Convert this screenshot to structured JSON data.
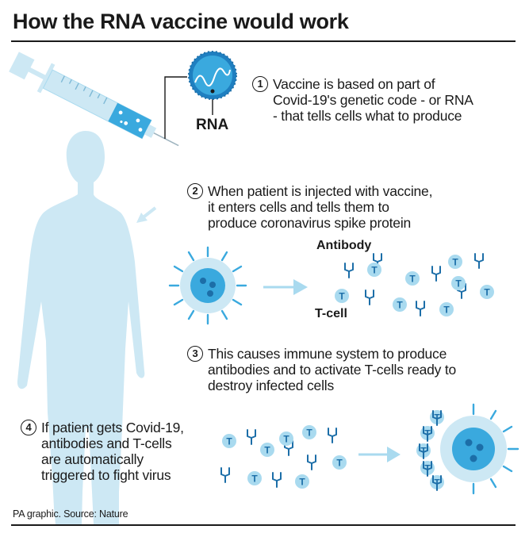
{
  "title": "How the RNA vaccine would work",
  "labels": {
    "rna": "RNA",
    "antibody": "Antibody",
    "tcell": "T-cell",
    "t_letter": "T"
  },
  "steps": [
    {
      "number": "1",
      "lines": [
        "Vaccine is based on part of",
        "Covid-19's genetic code - or RNA",
        "- that tells cells what to produce"
      ]
    },
    {
      "number": "2",
      "lines": [
        "When patient is injected with vaccine,",
        "it enters cells and tells them to",
        "produce coronavirus spike protein"
      ]
    },
    {
      "number": "3",
      "lines": [
        "This causes immune system to produce",
        "antibodies and to activate T-cells ready to",
        "destroy infected cells"
      ]
    },
    {
      "number": "4",
      "lines": [
        "If patient gets Covid-19,",
        "antibodies and T-cells",
        "are automatically",
        "triggered to fight virus"
      ]
    }
  ],
  "footer": "PA graphic. Source: Nature",
  "colors": {
    "light_blue": "#cde8f4",
    "mid_blue": "#9dd3ec",
    "accent_blue": "#3aa9de",
    "dark_blue": "#1c6ea8",
    "text": "#1a1a1a"
  }
}
